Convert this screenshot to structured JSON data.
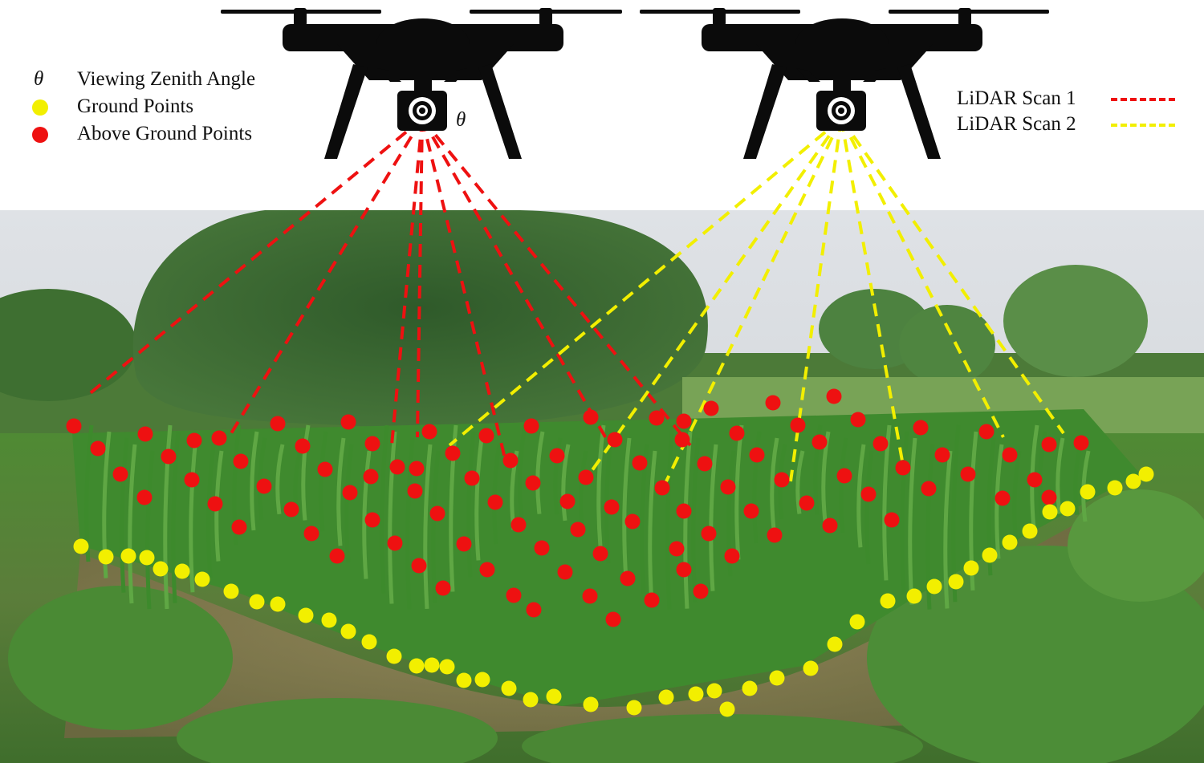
{
  "legend_left": {
    "theta_symbol": "θ",
    "theta_label": "Viewing Zenith Angle",
    "ground_label": "Ground Points",
    "above_label": "Above Ground Points",
    "ground_color": "#f2ef00",
    "above_color": "#ee1111"
  },
  "legend_right": {
    "scan1_label": "LiDAR Scan 1",
    "scan2_label": "LiDAR Scan 2",
    "scan1_color": "#ee1111",
    "scan2_color": "#f2ef00"
  },
  "angle_marker": "θ",
  "icons": [
    "drone-icon",
    "camera-icon"
  ],
  "colors": {
    "drone": "#0b0b0b",
    "sky": "#d7dbe0",
    "foliage": "#3d7a2a",
    "soil": "#8a6e50"
  }
}
